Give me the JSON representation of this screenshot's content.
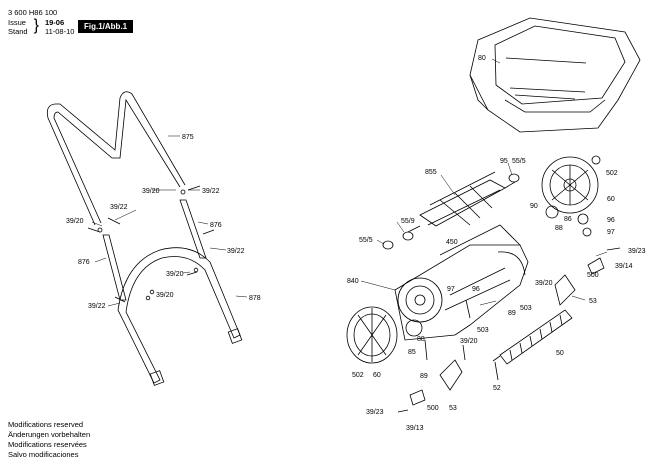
{
  "header": {
    "doc_number": "3 600 H86 100",
    "issue_label": "Issue",
    "issue_value": "19-06",
    "stand_label": "Stand",
    "stand_value": "11-08-10",
    "figure_badge": "Fig.1/Abb.1"
  },
  "footer": {
    "lines": [
      "Modifications reserved",
      "Änderungen vorbehalten",
      "Modifications reservées",
      "Salvo modificaciones"
    ]
  },
  "part_labels": {
    "p80": "80",
    "p875": "875",
    "p3920_a": "39/20",
    "p3922_a": "39/22",
    "p3922_b": "39/22",
    "p3920_b": "39/20",
    "p876_a": "876",
    "p876_b": "876",
    "p3922_c": "39/22",
    "p3920_c": "39/20",
    "p3920_d": "39/20",
    "p878": "878",
    "p3922_d": "39/22",
    "p855": "855",
    "p95": "95",
    "p555_a": "55/5",
    "p502_a": "502",
    "p60_a": "60",
    "p559": "55/9",
    "p555_b": "55/5",
    "p450": "450",
    "p90": "90",
    "p86": "86",
    "p88_a": "88",
    "p96_a": "96",
    "p97_a": "97",
    "p3923_a": "39/23",
    "p3914_a": "39/14",
    "p840": "840",
    "p97_b": "97",
    "p96_b": "96",
    "p3920_e": "39/20",
    "p500_a": "500",
    "p53_a": "53",
    "p503_a": "503",
    "p89_a": "89",
    "p503_b": "503",
    "p88_b": "88",
    "p85": "85",
    "p3920_f": "39/20",
    "p50": "50",
    "p502_b": "502",
    "p60_b": "60",
    "p89_b": "89",
    "p52": "52",
    "p3923_b": "39/23",
    "p500_b": "500",
    "p53_b": "53",
    "p3913": "39/13"
  }
}
